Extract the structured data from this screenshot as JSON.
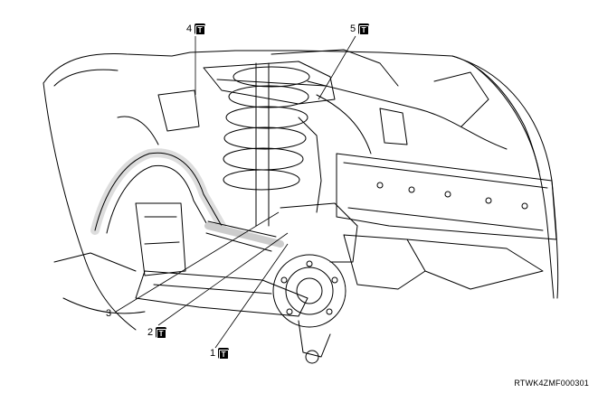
{
  "callouts": [
    {
      "number": "1",
      "torque_symbol": "T"
    },
    {
      "number": "2",
      "torque_symbol": "T"
    },
    {
      "number": "3",
      "torque_symbol": ""
    },
    {
      "number": "4",
      "torque_symbol": "T"
    },
    {
      "number": "5",
      "torque_symbol": "T"
    }
  ],
  "figure_code": "RTWK4ZMF000301",
  "colors": {
    "line": "#000000",
    "background": "#ffffff",
    "badge": "#000000"
  }
}
